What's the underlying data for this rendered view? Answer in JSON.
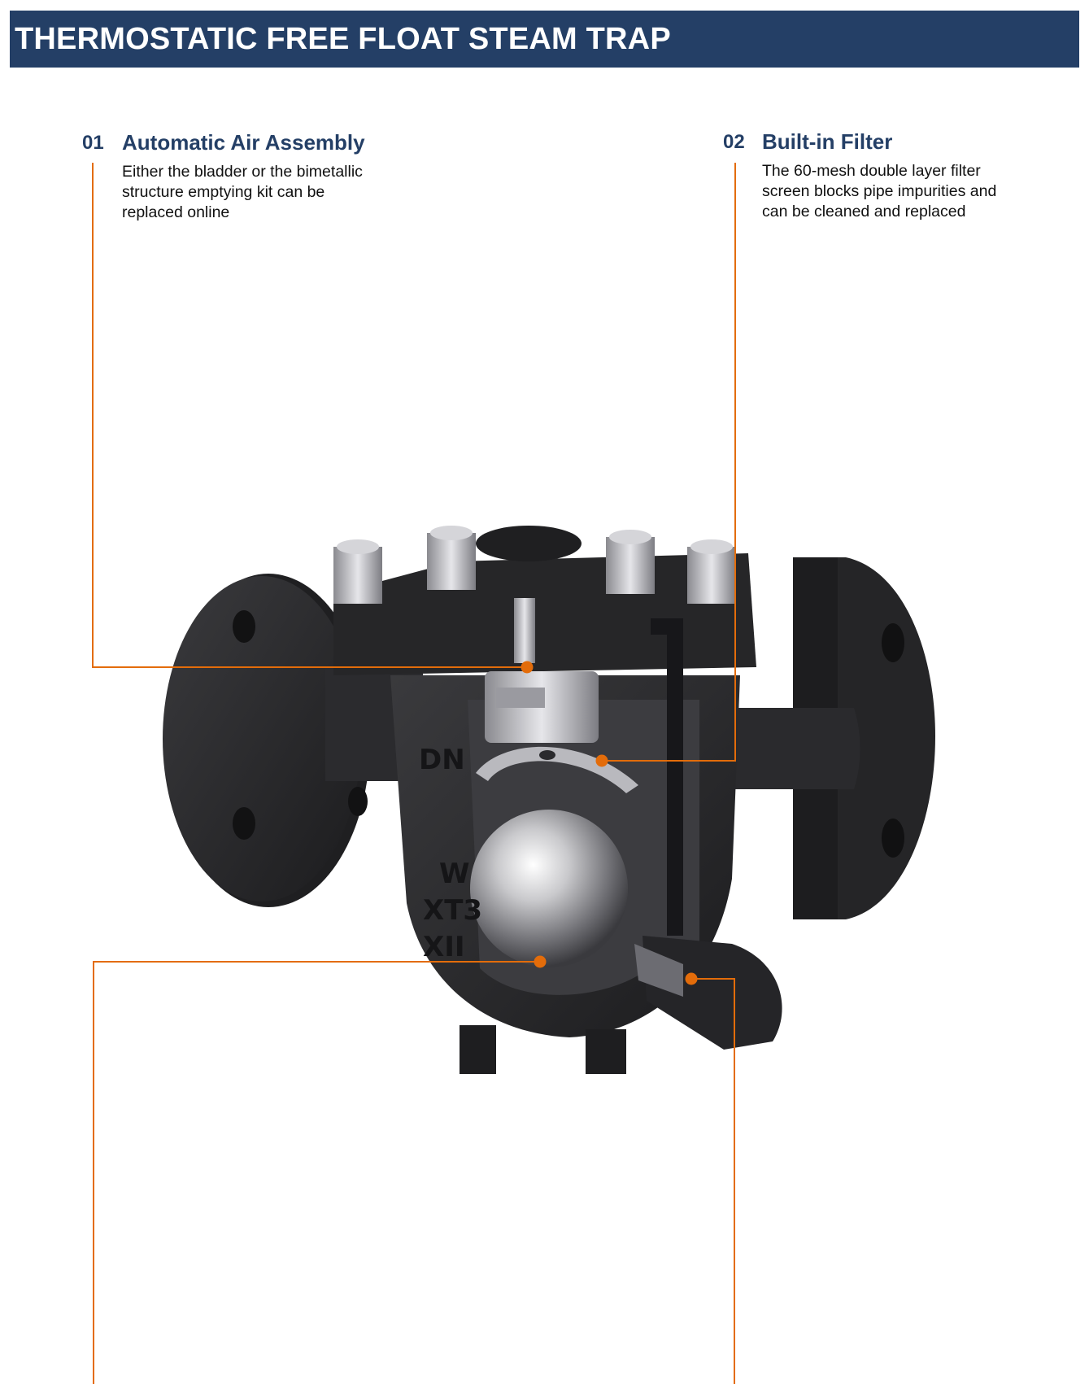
{
  "header": {
    "title": "THERMOSTATIC FREE FLOAT STEAM TRAP"
  },
  "features": [
    {
      "number": "01",
      "heading": "Automatic Air Assembly",
      "desc_lines": [
        "Either the bladder or the bimetallic",
        "structure emptying kit can be",
        "replaced online"
      ]
    },
    {
      "number": "02",
      "heading": "Built-in Filter",
      "desc_lines": [
        "The 60-mesh double layer filter",
        "screen blocks pipe impurities and",
        "can be cleaned and replaced"
      ]
    }
  ],
  "body_markings": [
    "DN",
    "W",
    "XT3",
    "XII"
  ],
  "colors": {
    "header_bg": "#243f66",
    "accent_orange": "#e36c0a",
    "heading_navy": "#243f66",
    "body_dark": "#2a2a2c"
  }
}
